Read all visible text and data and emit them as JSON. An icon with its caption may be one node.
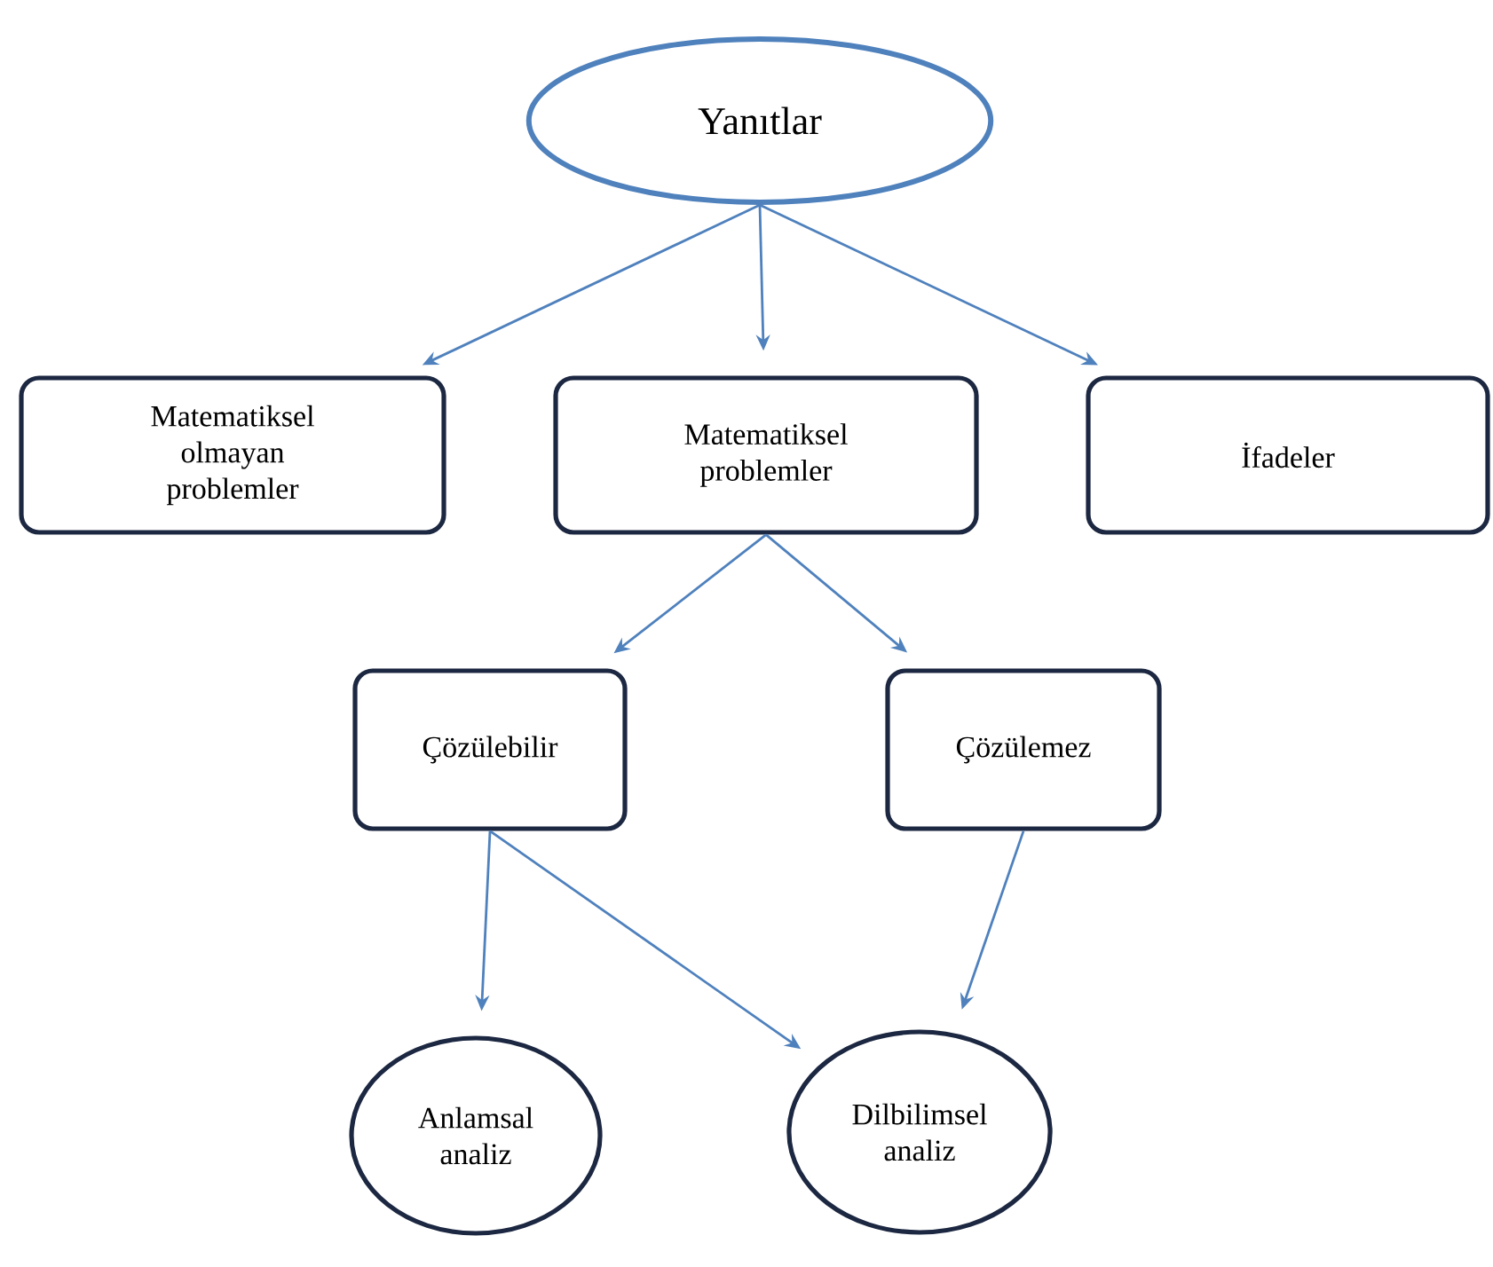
{
  "diagram": {
    "nodes": [
      {
        "text": [
          "Yanıtlar"
        ]
      },
      {
        "text": [
          "Matematiksel olmayan problemler"
        ]
      },
      {
        "text": [
          "Matematiksel problemler"
        ]
      },
      {
        "text": [
          "İfadeler"
        ]
      },
      {
        "text": [
          "Çözülebilir"
        ]
      },
      {
        "text": [
          "Çözülemez"
        ]
      },
      {
        "text": [
          "Anlamsal analiz"
        ]
      },
      {
        "text": [
          "Dilbilimsel analiz"
        ]
      }
    ],
    "edges": [
      {
        "from": 0,
        "to": 1,
        "arrow": "to"
      },
      {
        "from": 0,
        "to": 2,
        "arrow": "to"
      },
      {
        "from": 0,
        "to": 3,
        "arrow": "to"
      },
      {
        "from": 2,
        "to": 4,
        "arrow": "to"
      },
      {
        "from": 2,
        "to": 5,
        "arrow": "to"
      },
      {
        "from": 4,
        "to": 6,
        "arrow": "to"
      },
      {
        "from": 4,
        "to": 7,
        "arrow": "to"
      },
      {
        "from": 5,
        "to": 7,
        "arrow": "to"
      }
    ]
  }
}
